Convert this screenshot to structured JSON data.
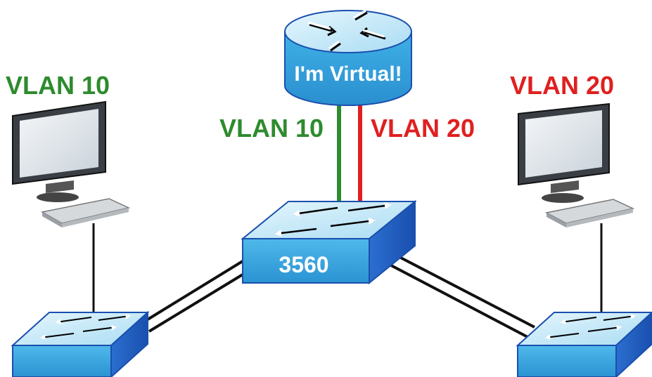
{
  "router": {
    "label": "I'm Virtual!"
  },
  "core_switch": {
    "label": "3560"
  },
  "trunk_labels": {
    "left": "VLAN 10",
    "right": "VLAN 20"
  },
  "hosts": {
    "left": {
      "vlan_label": "VLAN 10"
    },
    "right": {
      "vlan_label": "VLAN 20"
    }
  },
  "colors": {
    "vlan10": "#2e8b2e",
    "vlan20": "#e02020",
    "device_top": "#bfe6f7",
    "device_front": "#3aa8df",
    "device_side": "#1f5fc4",
    "link": "#111111"
  }
}
